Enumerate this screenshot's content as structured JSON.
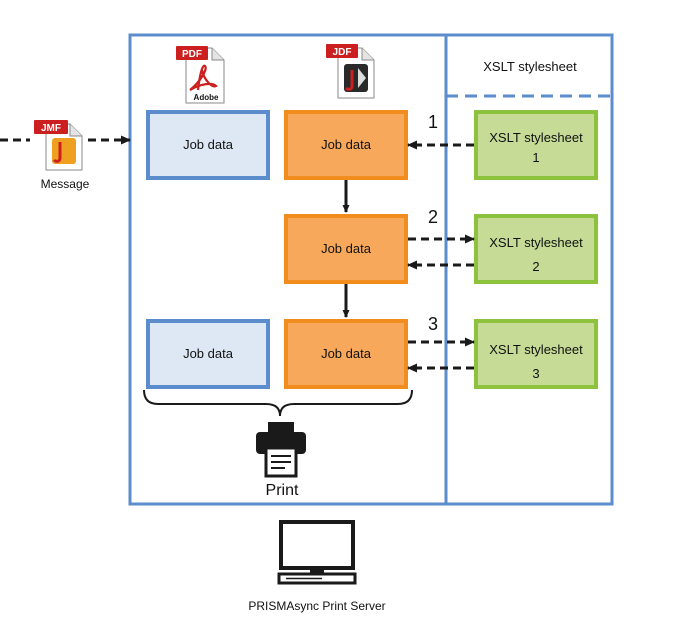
{
  "diagram": {
    "stylesheet_header": "XSLT stylesheet",
    "message_label": "Message",
    "file_icons": {
      "pdf_tag": "PDF",
      "pdf_brand": "Adobe",
      "jdf_tag": "JDF",
      "jmf_tag": "JMF"
    },
    "job_data_label": "Job data",
    "stylesheet_label": "XSLT stylesheet",
    "steps": [
      {
        "number": "1",
        "stylesheet_index": "1"
      },
      {
        "number": "2",
        "stylesheet_index": "2"
      },
      {
        "number": "3",
        "stylesheet_index": "3"
      }
    ],
    "print_label": "Print",
    "server_label": "PRISMAsync Print Server"
  },
  "colors": {
    "frame_blue": "#5b8ccc",
    "pdf_box_fill": "#dde8f4",
    "job_orange_fill": "#f7a85a",
    "job_orange_stroke": "#f08d1e",
    "xslt_green_fill": "#c6dc96",
    "xslt_green_stroke": "#8dc23c",
    "arrow": "#1a1a1a"
  }
}
